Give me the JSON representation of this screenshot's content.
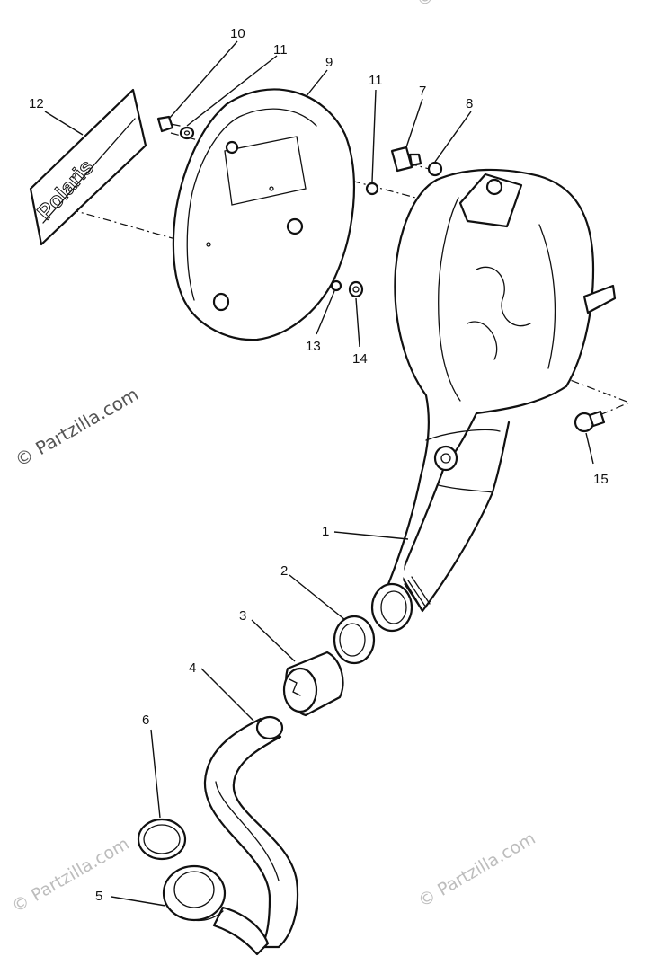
{
  "watermarks": {
    "main": "© Partzilla.com",
    "faint": "© Partzilla.com"
  },
  "callouts": {
    "p1": "1",
    "p2": "2",
    "p3": "3",
    "p4": "4",
    "p5": "5",
    "p6": "6",
    "p7": "7",
    "p8": "8",
    "p9": "9",
    "p10": "10",
    "p11a": "11",
    "p11b": "11",
    "p12": "12",
    "p13": "13",
    "p14": "14",
    "p15": "15"
  },
  "decal_text": "Polaris"
}
